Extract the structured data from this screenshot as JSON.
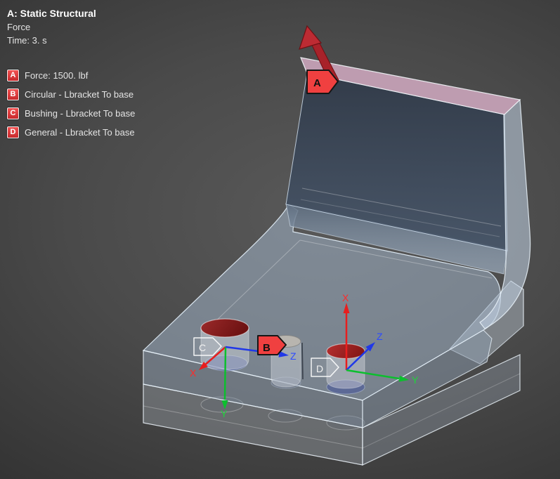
{
  "header": {
    "title": "A: Static Structural",
    "subtitle": "Force",
    "time": "Time: 3. s"
  },
  "legend": {
    "items": [
      {
        "letter": "A",
        "label": "Force: 1500. lbf"
      },
      {
        "letter": "B",
        "label": "Circular - Lbracket To base"
      },
      {
        "letter": "C",
        "label": "Bushing - Lbracket To base"
      },
      {
        "letter": "D",
        "label": "General - Lbracket To base"
      }
    ]
  },
  "annotations": {
    "a": "A",
    "b": "B",
    "c": "C",
    "d": "D"
  },
  "triads": {
    "c": {
      "x": "X",
      "y": "Y",
      "z": "Z"
    },
    "d": {
      "x": "X",
      "y": "Y",
      "z": "Z"
    }
  },
  "colors": {
    "flag_red": "#f04040",
    "flag_outline_white": "#f2f2f2",
    "axis_x_red": "#e81e1e",
    "axis_y_green": "#0cbf2e",
    "axis_z_blue": "#2038e8",
    "force_arrow_red": "#b0242c",
    "pressure_face_pink": "#c4a0b5",
    "hole_c_dark_red": "#7c1616",
    "hole_d_red": "#a82424",
    "bracket_blue": "#a8bcd2",
    "base_gray": "#9aa2ac",
    "background_center": "#595959",
    "background_edge": "#242424"
  }
}
